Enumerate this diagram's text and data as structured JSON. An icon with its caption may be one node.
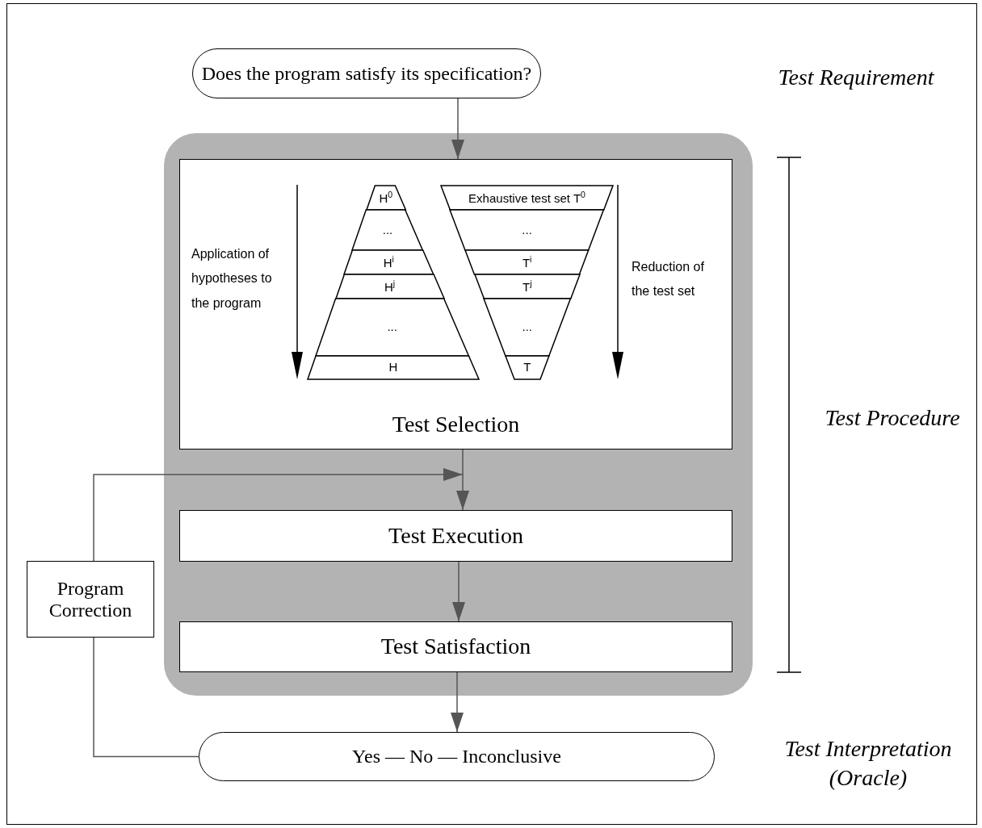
{
  "diagram": {
    "nodes": [
      {
        "text": [
          "Does the program satisfy its specification?"
        ]
      },
      {
        "text": [],
        "shape": "box"
      },
      {
        "text": [
          "Test Selection"
        ],
        "in": 1
      },
      {
        "text": [
          "H$^{0}$"
        ],
        "in": 2
      },
      {
        "text": [
          "..."
        ],
        "in": 2
      },
      {
        "text": [
          "H$^{i}$"
        ],
        "in": 2
      },
      {
        "text": [
          "H$^{j}$"
        ],
        "in": 2
      },
      {
        "text": [
          "..."
        ],
        "in": 2
      },
      {
        "text": [
          "H"
        ],
        "in": 2
      },
      {
        "text": [
          "Exhaustive test set T$^{0}$"
        ],
        "in": 2
      },
      {
        "text": [
          "..."
        ],
        "in": 2
      },
      {
        "text": [
          "T$^{i}$"
        ],
        "in": 2
      },
      {
        "text": [
          "T$^{j}$"
        ],
        "in": 2
      },
      {
        "text": [
          "..."
        ],
        "in": 2
      },
      {
        "text": [
          "T"
        ],
        "in": 2
      },
      {
        "text": [
          "Test Execution"
        ],
        "in": 1
      },
      {
        "text": [
          "Test Satisfaction"
        ],
        "in": 1
      },
      {
        "text": [
          "Program Correction"
        ]
      },
      {
        "text": [
          "Yes — No — Inconclusive"
        ],
        "beside": [
          "Test Interpretation (Oracle)"
        ]
      }
    ],
    "edges": [
      {
        "from": 0,
        "to": 2,
        "arrow": "to"
      },
      {
        "from": 2,
        "to": 15,
        "arrow": "to"
      },
      {
        "from": 15,
        "to": 16,
        "arrow": "to"
      },
      {
        "from": 16,
        "to": 18,
        "arrow": "to"
      },
      {
        "from": 18,
        "to": 17,
        "arrow": "none"
      },
      {
        "from": 17,
        "to": 15,
        "arrow": "to"
      }
    ],
    "labels": [
      "Test Requirement",
      "Application of hypotheses to the program",
      "Reduction of the test set",
      "Test Procedure"
    ]
  }
}
